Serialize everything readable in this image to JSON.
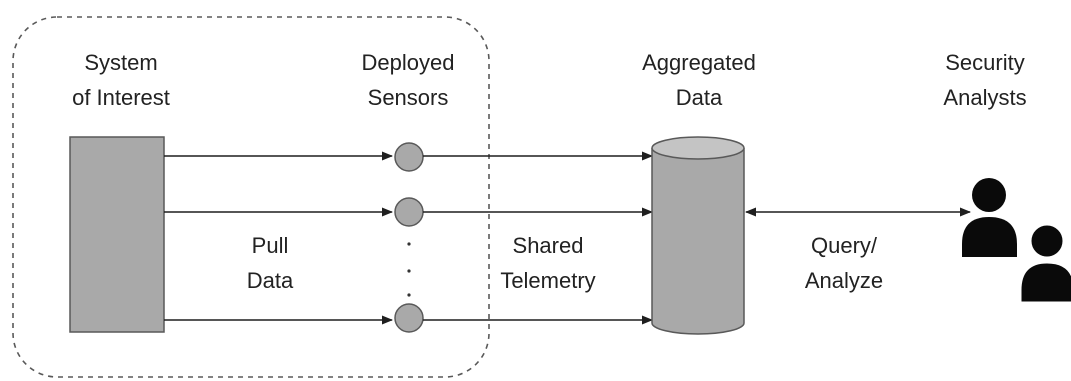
{
  "diagram": {
    "nodes": {
      "system": [
        "System",
        "of Interest"
      ],
      "sensors": [
        "Deployed",
        "Sensors"
      ],
      "aggregated": [
        "Aggregated",
        "Data"
      ],
      "analysts": [
        "Security",
        "Analysts"
      ]
    },
    "edges": {
      "pull": [
        "Pull",
        "Data"
      ],
      "telemetry": [
        "Shared",
        "Telemetry"
      ],
      "query": [
        "Query/",
        "Analyze"
      ]
    },
    "ellipsis_dots": 3
  },
  "colors": {
    "box_fill": "#a9a9a9",
    "box_stroke": "#595959",
    "line": "#1f1f1f",
    "dashed_border": "#595959",
    "person": "#0a0a0a",
    "text": "#222222"
  }
}
